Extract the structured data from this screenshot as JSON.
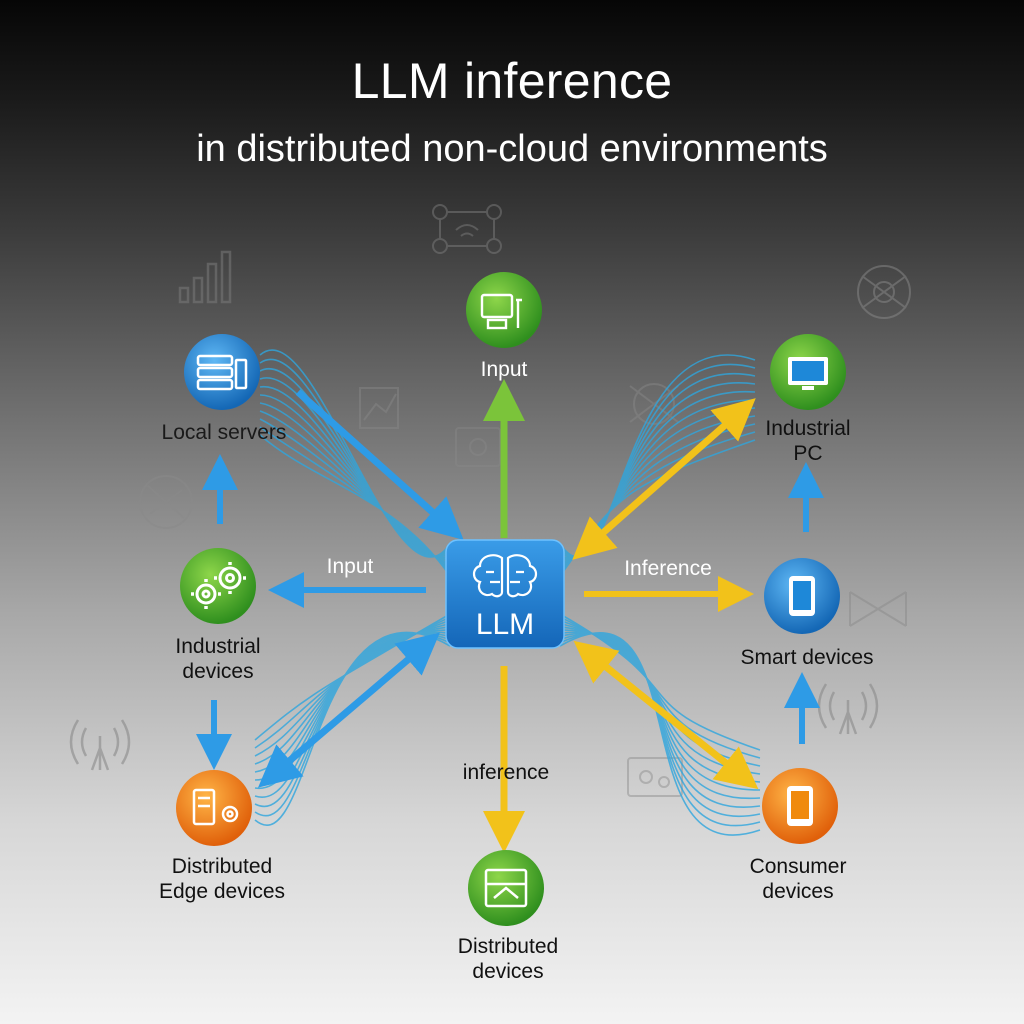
{
  "title": "LLM inference",
  "subtitle": "in distributed non-cloud environments",
  "center": {
    "label": "LLM",
    "icon": "brain-icon",
    "color": "#1f7fd0"
  },
  "nodes": [
    {
      "id": "local-servers",
      "label": "Local servers",
      "icon": "server-rack-icon",
      "color": "#1e88d8"
    },
    {
      "id": "input-top",
      "label": "Input",
      "icon": "desktop-workstation-icon",
      "color": "#4caf2a"
    },
    {
      "id": "industrial-pc",
      "label": "Industrial\nPC",
      "icon": "monitor-icon",
      "color": "#4caf2a"
    },
    {
      "id": "industrial-devices",
      "label": "Industrial\ndevices",
      "icon": "gears-icon",
      "color": "#4caf2a"
    },
    {
      "id": "smart-devices",
      "label": "Smart devices",
      "icon": "tablet-icon",
      "color": "#1e88d8"
    },
    {
      "id": "distributed-edge",
      "label": "Distributed\nEdge devices",
      "icon": "server-gear-icon",
      "color": "#f08a0c"
    },
    {
      "id": "distributed-devices",
      "label": "Distributed\ndevices",
      "icon": "device-box-icon",
      "color": "#4caf2a"
    },
    {
      "id": "consumer-devices",
      "label": "Consumer\ndevices",
      "icon": "tablet-icon",
      "color": "#f08a0c"
    }
  ],
  "flow_labels": {
    "input_left": "Input",
    "inference_right": "Inference",
    "inference_down": "inference"
  },
  "colors": {
    "blue_arrow": "#2e9be6",
    "yellow_arrow": "#f2c21a",
    "green_arrow": "#7bc43a",
    "flow_lines": "#2fa6de"
  }
}
